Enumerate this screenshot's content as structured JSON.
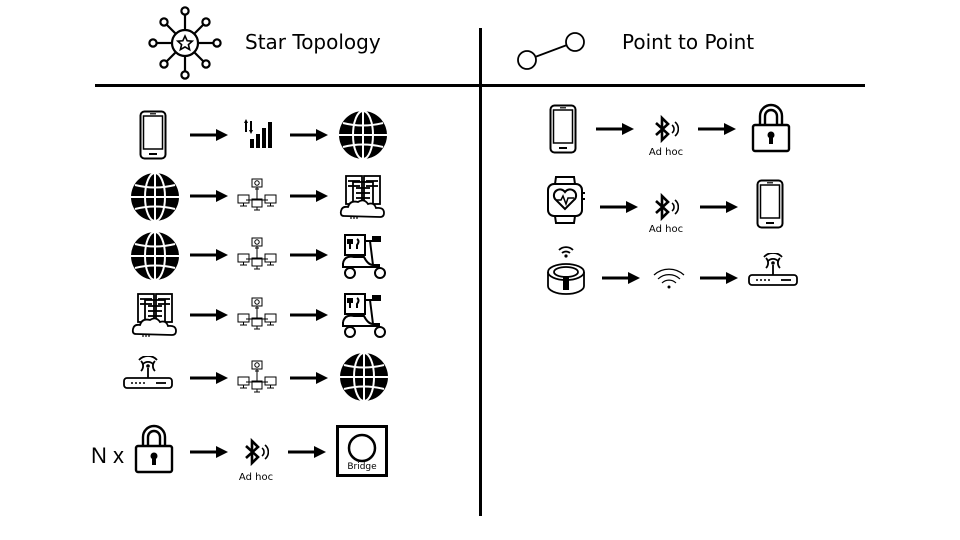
{
  "headers": {
    "left": "Star Topology",
    "right": "Point to Point"
  },
  "labels": {
    "ad_hoc": "Ad hoc",
    "bridge": "Bridge",
    "n_times": "N x"
  },
  "colors": {
    "ink": "#000000",
    "background": "#ffffff"
  },
  "star_topology_rows": [
    [
      "smartphone-icon",
      "cellular-signal-icon",
      "globe-icon"
    ],
    [
      "globe-icon",
      "network-hub-icon",
      "cloud-datacenter-icon"
    ],
    [
      "globe-icon",
      "network-hub-icon",
      "delivery-scooter-icon"
    ],
    [
      "cloud-datacenter-icon",
      "network-hub-icon",
      "delivery-scooter-icon"
    ],
    [
      "wifi-router-icon",
      "network-hub-icon",
      "globe-icon"
    ],
    [
      "padlock-icon",
      "bluetooth-icon",
      "bridge-icon"
    ]
  ],
  "point_to_point_rows": [
    [
      "smartphone-icon",
      "bluetooth-icon",
      "padlock-icon"
    ],
    [
      "smartwatch-icon",
      "bluetooth-icon",
      "smartphone-icon"
    ],
    [
      "smart-speaker-icon",
      "wifi-icon",
      "wifi-router-icon"
    ]
  ]
}
